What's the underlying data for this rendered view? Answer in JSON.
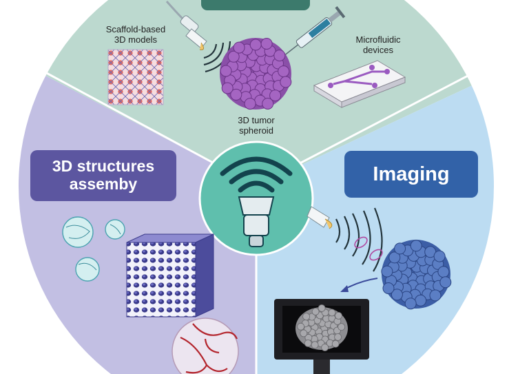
{
  "labels": {
    "scaffold": [
      "Scaffold-based",
      "3D models"
    ],
    "microfluidic": [
      "Microfluidic",
      "devices"
    ],
    "spheroid": [
      "3D tumor",
      "spheroid"
    ]
  },
  "sections": {
    "left_title": [
      "3D structures",
      "assemby"
    ],
    "right_title": "Imaging"
  },
  "colors": {
    "top_sector": "#bcd9cf",
    "left_sector": "#c2bfe3",
    "right_sector": "#bcdcf2",
    "center_disc": "#5fbfad",
    "left_pill": "#5c56a0",
    "right_pill": "#3262a8",
    "top_pill": "#3c7a6c",
    "spheroid_purple": "#8a4fa8",
    "spheroid_blue": "#3c5ea6"
  },
  "icons": [
    "ultrasound-probe-icon",
    "syringe-icon",
    "microfluidic-chip-icon",
    "scaffold-icon",
    "porous-scaffold-cube-icon",
    "vascularized-sphere-icon",
    "monitor-icon",
    "wave-signal-icon"
  ]
}
